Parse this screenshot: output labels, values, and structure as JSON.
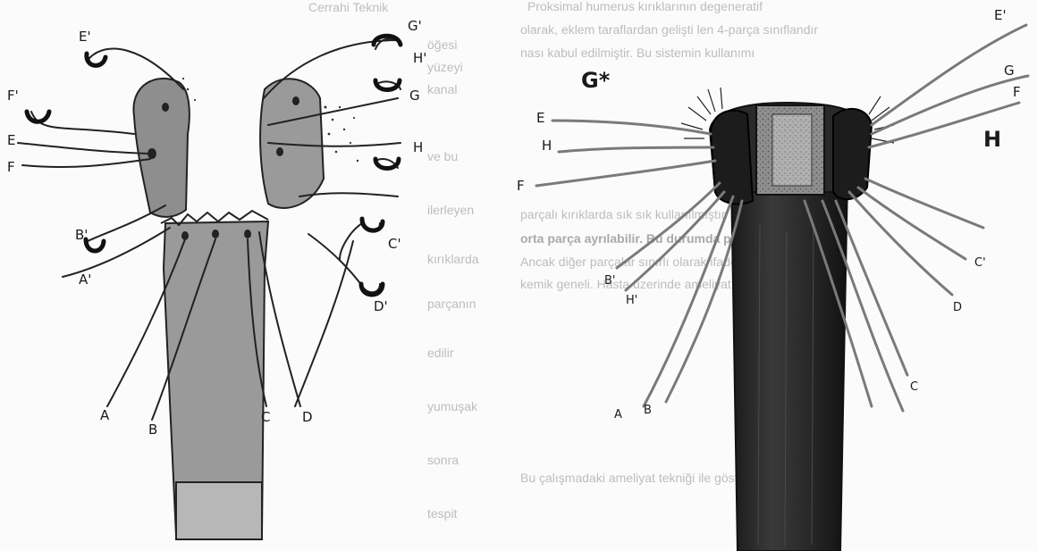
{
  "left_figure": {
    "labels": {
      "e_prime": "E'",
      "g_prime": "G'",
      "h_prime": "H'",
      "f_prime": "F'",
      "g": "G",
      "e": "E",
      "h": "H",
      "f": "F",
      "b_prime": "B'",
      "c_prime": "C'",
      "a_prime": "A'",
      "d_prime": "D'",
      "a": "A",
      "b": "B",
      "c": "C",
      "d": "D"
    }
  },
  "right_figure": {
    "labels": {
      "e_prime": "E'",
      "g_star": "G*",
      "g_prime": "G",
      "f_prime": "F",
      "e": "E",
      "h": "H",
      "f": "F",
      "h_big": "H",
      "c_prime": "C'",
      "b_prime": "B'",
      "h_prime": "H'",
      "d": "D",
      "c": "C",
      "a": "A",
      "b": "B"
    }
  },
  "background_text": {
    "left_heading": "Cerrahi Teknik",
    "right_lines": [
      "Proksimal humerus kırıklarının degeneratif",
      "olarak, eklem taraflardan gelişti len 4-parça sınıflandır",
      "nası kabul edilmiştir. Bu sistemin kullanımı",
      "parçalı kırıklarda sık sık kullanılmıştır",
      "orta parça ayrılabilir. Bu durumda parça olarak",
      "Ancak diğer parçalar sınırlı olarak ifade edilmiştir",
      "kemik geneli. Hasta üzerinde ameliyat yapılabilir",
      "Bu çalışmadaki ameliyat tekniği ile gösterilmiştir"
    ]
  }
}
